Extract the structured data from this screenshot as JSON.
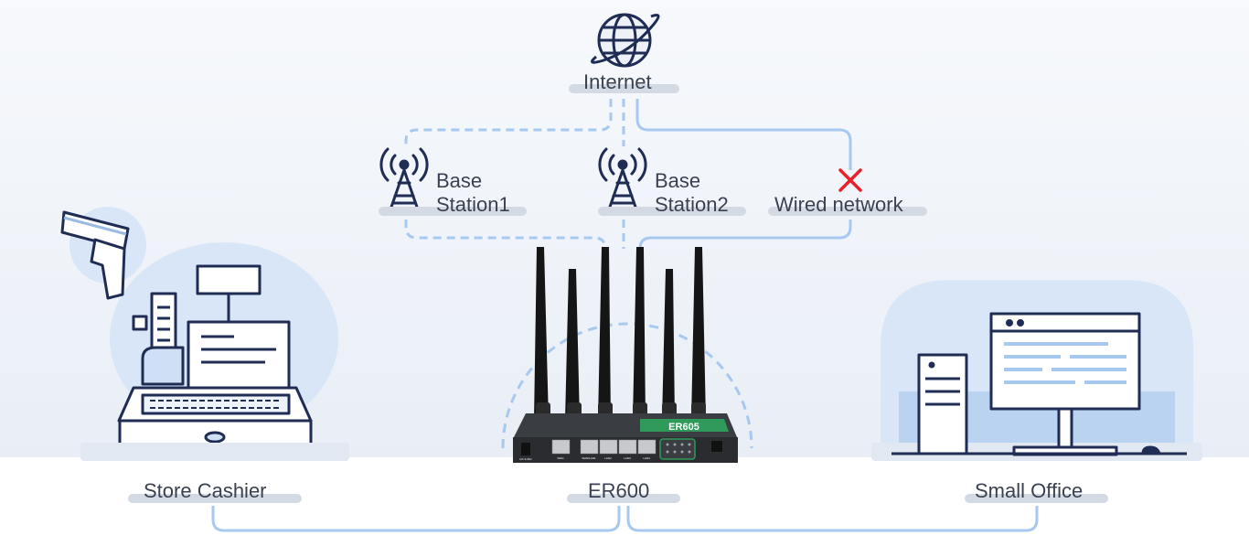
{
  "labels": {
    "internet": "Internet",
    "base_station_1": [
      "Base",
      "Station1"
    ],
    "base_station_2": [
      "Base",
      "Station2"
    ],
    "wired_network": "Wired network",
    "store_cashier": "Store Cashier",
    "router": "ER600",
    "small_office": "Small Office"
  },
  "router_panel": {
    "brand": "ER605",
    "ports": [
      "WAN",
      "WAN/LAN1",
      "LAN2",
      "LAN3",
      "LAN4"
    ],
    "power_label": "DC 9-36V"
  },
  "colors": {
    "line_blue": "#a7c8ef",
    "icon_navy": "#1f2c54",
    "fail_red": "#e8202a",
    "blob_blue": "#d8e6f7",
    "label_text": "#3a4150"
  },
  "icons": [
    "globe-icon",
    "tower-icon",
    "x-icon",
    "scanner-icon",
    "cash-register-icon",
    "computer-icon",
    "router-icon"
  ]
}
